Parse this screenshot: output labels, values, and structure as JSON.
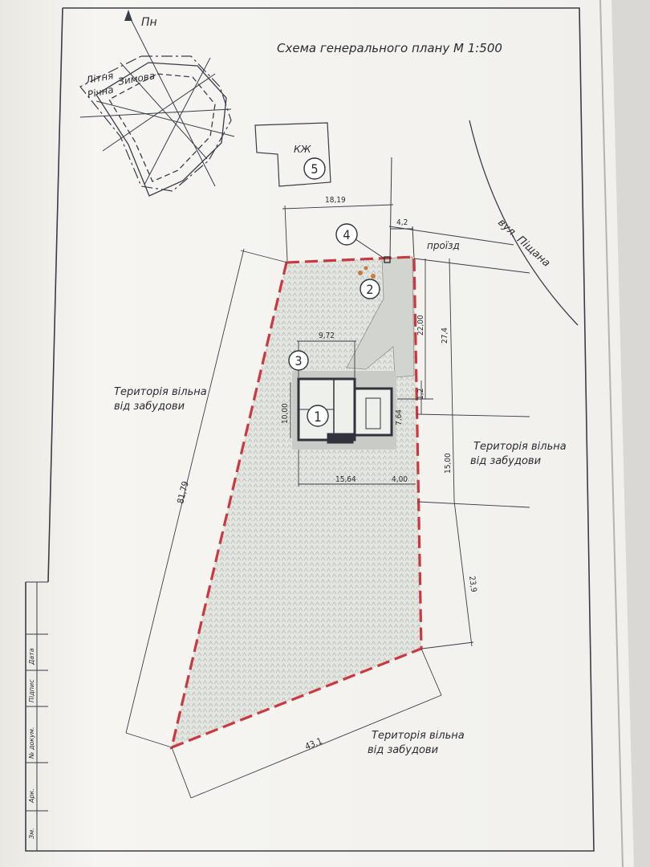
{
  "sheet": {
    "title": "Схема генерального плану М 1:500",
    "north_label": "Пн",
    "colors": {
      "paper": "#f4f3ef",
      "line": "#3a3c48",
      "boundary": "#c9393f",
      "fill": "#dfe3dc",
      "shade": "#6f6c68"
    }
  },
  "wind_rose": {
    "labels": [
      "Літня",
      "Річна",
      "Зимова"
    ]
  },
  "markers": [
    "1",
    "2",
    "3",
    "4",
    "5"
  ],
  "buildings": {
    "kzh_label": "КЖ"
  },
  "street": {
    "name": "вул. Піщана",
    "passage": "проїзд"
  },
  "dimensions": {
    "d18_19": "18,19",
    "d4_2": "4,2",
    "d9_72": "9,72",
    "d10_00": "10,00",
    "d22_00": "22,00",
    "d27_4": "27,4",
    "d1_2": "1,2",
    "d7_64": "7,64",
    "d15_64": "15,64",
    "d4_00": "4,00",
    "d15_00": "15,00",
    "d23_9": "23,9",
    "d81_79": "81,79",
    "d43_1": "43,1"
  },
  "notes": {
    "free_west": [
      "Територія вільна",
      "від забудови"
    ],
    "free_east": [
      "Територія вільна",
      "від забудови"
    ],
    "free_south": [
      "Територія вільна",
      "від забудови"
    ]
  },
  "stamp": {
    "labels": [
      "Зм.",
      "Арк.",
      "№ докум.",
      "Підпис",
      "Дата"
    ]
  }
}
